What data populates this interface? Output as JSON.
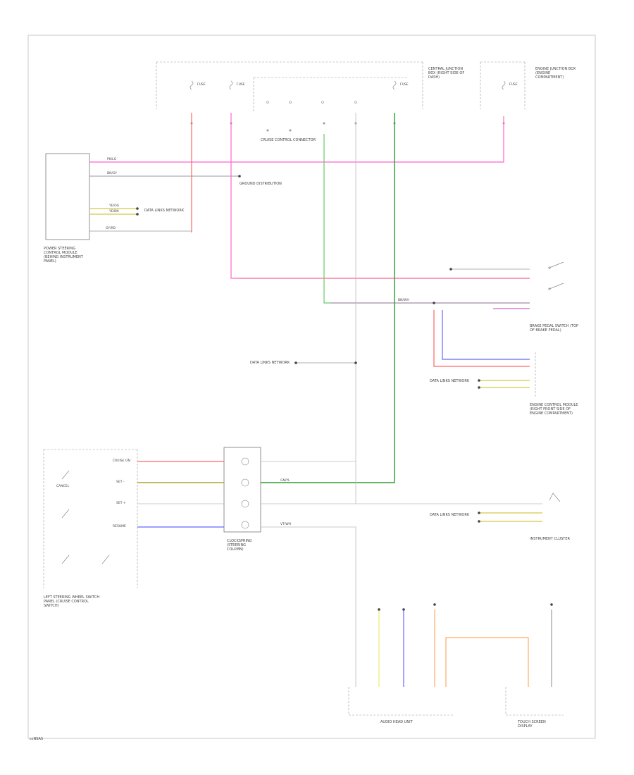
{
  "diagram": {
    "footer_tag": "ccNSAS",
    "components": {
      "power_steering_module": "POWER STEERING CONTROL MODULE (BEHIND INSTRUMENT PANEL)",
      "central_junction_top": "CENTRAL JUNCTION BOX (RIGHT SIDE OF DASH)",
      "engine_junction_top": "ENGINE JUNCTION BOX (ENGINE COMPARTMENT)",
      "cruise_control_connector": "CRUISE CONTROL CONNECTOR",
      "left_steering_wheel_switch": "LEFT STEERING WHEEL SWITCH PANEL (CRUISE CONTROL SWITCH)",
      "clockspring": "CLOCKSPRING (STEERING COLUMN)",
      "brake_pedal_switch": "BRAKE PEDAL SWITCH (TOP OF BRAKE PEDAL)",
      "engine_control_module": "ENGINE CONTROL MODULE (RIGHT FRONT SIDE OF ENGINE COMPARTMENT)",
      "instrument_cluster": "INSTRUMENT CLUSTER",
      "audio_head_unit": "AUDIO HEAD UNIT",
      "touch_screen_display": "TOUCH SCREEN DISPLAY"
    },
    "wire_labels": {
      "pk_lg": "PK/LG",
      "bn_gy": "BN/GY",
      "ye_og": "YE/OG",
      "ye_bn": "YE/BN",
      "gy_rd": "GY/RD",
      "bn_wh": "BN/WH",
      "gn_yl": "GN/YL",
      "vt_wh": "VT/WH"
    },
    "callouts": {
      "data_links": "DATA LINKS NETWORK",
      "ground_dist": "GROUND DISTRIBUTION",
      "cruise_on": "CRUISE ON",
      "set_minus": "SET -",
      "set_plus": "SET +",
      "resume": "RESUME",
      "cancel": "CANCEL",
      "fuse": "FUSE"
    }
  }
}
